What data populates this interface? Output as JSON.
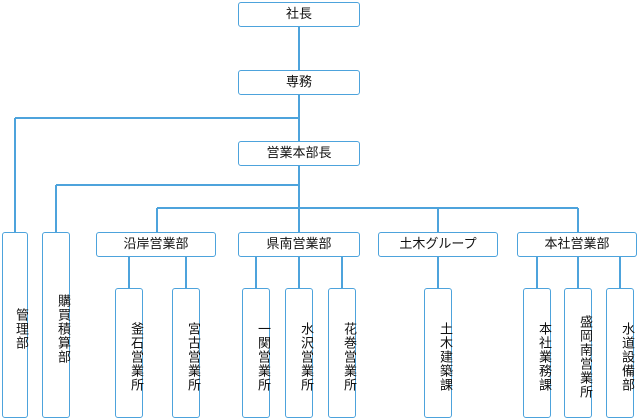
{
  "chart": {
    "president": "社長",
    "managing_director": "専務",
    "sales_hq_director": "営業本部長",
    "management_dept": "管理部",
    "purchasing_dept": "購買積算部",
    "coastal_sales_dept": "沿岸営業部",
    "kamaishi_office": "釜石営業所",
    "miyako_office": "宮古営業所",
    "south_sales_dept": "県南営業部",
    "ichinoseki_office": "一関営業所",
    "mizusawa_office": "水沢営業所",
    "hanamaki_office": "花巻営業所",
    "civil_group": "土木グループ",
    "civil_construction_section": "土木建築課",
    "head_office_sales_dept": "本社営業部",
    "head_office_affairs_section": "本社業務課",
    "morioka_south_office": "盛岡南営業所",
    "water_equipment_dept": "水道設備部"
  }
}
